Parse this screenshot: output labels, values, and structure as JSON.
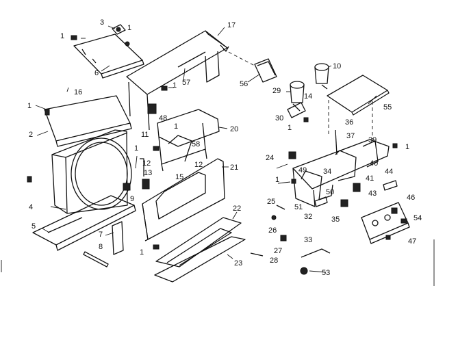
{
  "callouts": [
    {
      "id": "c1a",
      "text": "1"
    },
    {
      "id": "c3",
      "text": "3"
    },
    {
      "id": "c1b",
      "text": "1"
    },
    {
      "id": "c6",
      "text": "6"
    },
    {
      "id": "c17",
      "text": "17"
    },
    {
      "id": "c16",
      "text": "16"
    },
    {
      "id": "c1c",
      "text": "1"
    },
    {
      "id": "c2",
      "text": "2"
    },
    {
      "id": "c57",
      "text": "57"
    },
    {
      "id": "c1d",
      "text": "1"
    },
    {
      "id": "c56",
      "text": "56"
    },
    {
      "id": "c11",
      "text": "11"
    },
    {
      "id": "c48",
      "text": "48"
    },
    {
      "id": "c1e",
      "text": "1"
    },
    {
      "id": "c20",
      "text": "20"
    },
    {
      "id": "c58",
      "text": "58"
    },
    {
      "id": "c1f",
      "text": "1"
    },
    {
      "id": "c12a",
      "text": "12"
    },
    {
      "id": "c13",
      "text": "13"
    },
    {
      "id": "c12b",
      "text": "12"
    },
    {
      "id": "c15",
      "text": "15"
    },
    {
      "id": "c21",
      "text": "21"
    },
    {
      "id": "c9",
      "text": "9"
    },
    {
      "id": "c4",
      "text": "4"
    },
    {
      "id": "c5",
      "text": "5"
    },
    {
      "id": "c7",
      "text": "7"
    },
    {
      "id": "c8",
      "text": "8"
    },
    {
      "id": "c1g",
      "text": "1"
    },
    {
      "id": "c22",
      "text": "22"
    },
    {
      "id": "c23",
      "text": "23"
    },
    {
      "id": "c10",
      "text": "10"
    },
    {
      "id": "c29",
      "text": "29"
    },
    {
      "id": "c14",
      "text": "14"
    },
    {
      "id": "c55",
      "text": "55"
    },
    {
      "id": "c30",
      "text": "30"
    },
    {
      "id": "c1h",
      "text": "1"
    },
    {
      "id": "c36",
      "text": "36"
    },
    {
      "id": "c37",
      "text": "37"
    },
    {
      "id": "c39",
      "text": "39"
    },
    {
      "id": "c1i",
      "text": "1"
    },
    {
      "id": "c24",
      "text": "24"
    },
    {
      "id": "c49",
      "text": "49"
    },
    {
      "id": "c34",
      "text": "34"
    },
    {
      "id": "c40",
      "text": "40"
    },
    {
      "id": "c1j",
      "text": "1"
    },
    {
      "id": "c50",
      "text": "50"
    },
    {
      "id": "c44",
      "text": "44"
    },
    {
      "id": "c41",
      "text": "41"
    },
    {
      "id": "c43",
      "text": "43"
    },
    {
      "id": "c25",
      "text": "25"
    },
    {
      "id": "c51",
      "text": "51"
    },
    {
      "id": "c32",
      "text": "32"
    },
    {
      "id": "c35",
      "text": "35"
    },
    {
      "id": "c46",
      "text": "46"
    },
    {
      "id": "c54",
      "text": "54"
    },
    {
      "id": "c26",
      "text": "26"
    },
    {
      "id": "c47",
      "text": "47"
    },
    {
      "id": "c33",
      "text": "33"
    },
    {
      "id": "c27",
      "text": "27"
    },
    {
      "id": "c28",
      "text": "28"
    },
    {
      "id": "c53",
      "text": "53"
    }
  ]
}
